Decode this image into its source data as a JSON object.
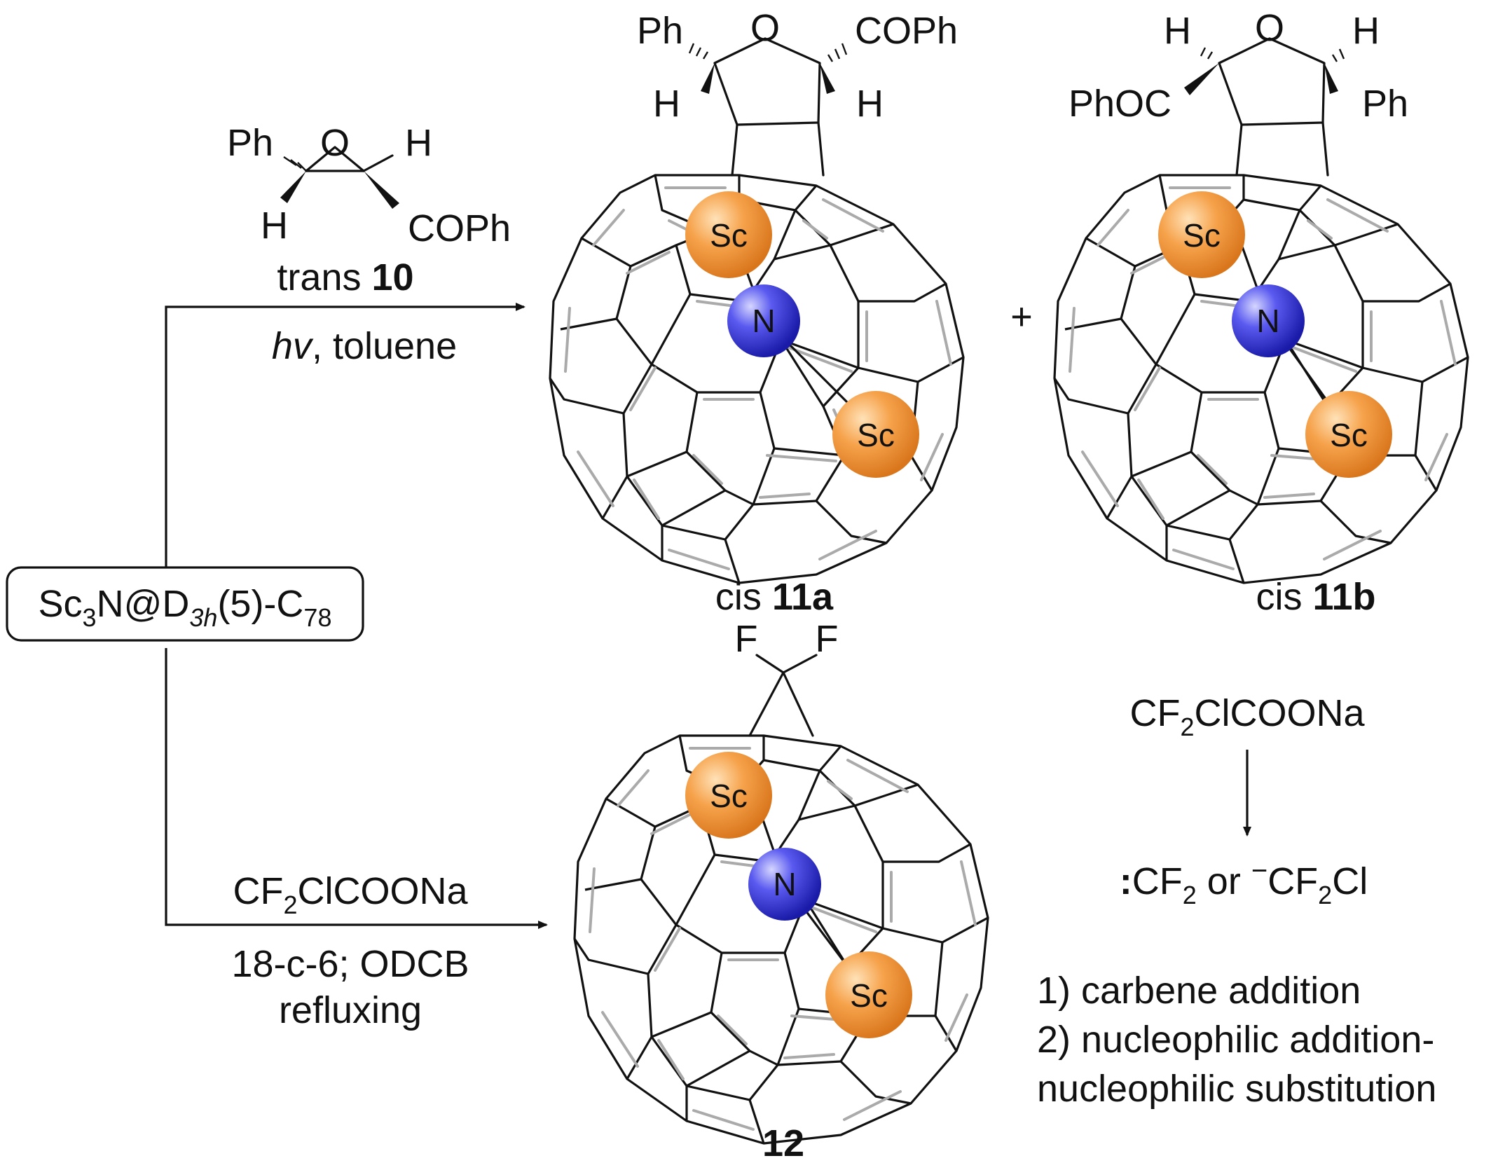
{
  "reactant": {
    "base": "Sc",
    "sub1": "3",
    "mid": "N@D",
    "sub2": "3h",
    "tail": "(5)-C",
    "sub3": "78"
  },
  "top_path": {
    "reagent_name": "trans",
    "reagent_number": "10",
    "epoxide_ph": "Ph",
    "epoxide_o": "O",
    "epoxide_h_right": "H",
    "epoxide_h_left": "H",
    "epoxide_coph": "COPh",
    "condition_italic": "hv",
    "condition_rest": ", toluene"
  },
  "products_top": {
    "a_ph": "Ph",
    "a_o": "O",
    "a_coph": "COPh",
    "a_h_left": "H",
    "a_h_right": "H",
    "a_label_prefix": "cis",
    "a_label_number": "11a",
    "plus": "+",
    "b_h_left": "H",
    "b_o": "O",
    "b_h_right": "H",
    "b_phoc": "PhOC",
    "b_ph": "Ph",
    "b_label_prefix": "cis",
    "b_label_number": "11b"
  },
  "bottom_path": {
    "reagent_base": "CF",
    "reagent_sub": "2",
    "reagent_tail": "ClCOONa",
    "cond_line1": "18-c-6; ODCB",
    "cond_line2": "refluxing",
    "product_f_left": "F",
    "product_f_right": "F",
    "product_number": "12"
  },
  "mechanism": {
    "reagent_base": "CF",
    "reagent_sub": "2",
    "reagent_tail": "ClCOONa",
    "species_colon": ":",
    "species_cf": "CF",
    "species_sub1": "2",
    "species_or": " or ",
    "species_minus": "−",
    "species_cf2": "CF",
    "species_sub2": "2",
    "species_cl": "Cl",
    "step1": "1) carbene addition",
    "step2_line1": "2) nucleophilic addition-",
    "step2_line2": "nucleophilic substitution"
  },
  "cage_atoms": {
    "sc": "Sc",
    "n": "N"
  },
  "colors": {
    "sc_atom": "#f39a3c",
    "n_atom": "#3a3ad8",
    "double_bond": "#aaaaaa"
  }
}
